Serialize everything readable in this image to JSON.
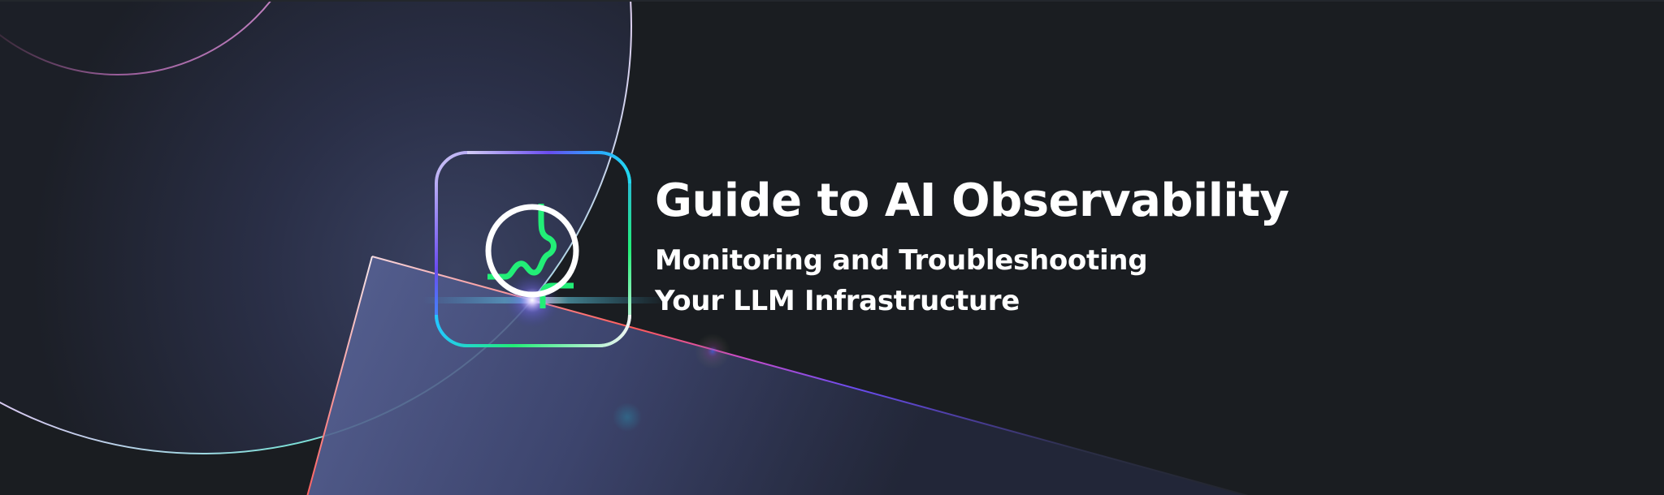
{
  "banner": {
    "title": "Guide to AI Observability",
    "subtitle_lines": [
      "Monitoring and Troubleshooting",
      "Your LLM Infrastructure"
    ],
    "icon": "globe-network-icon"
  },
  "colors": {
    "background": "#1a1d21",
    "text": "#ffffff",
    "icon_circle": "#ffffff",
    "icon_line": "#22ee77",
    "tile_gradient": [
      "#c9c3f2",
      "#6a4cf0",
      "#2aa6ff",
      "#22ee77",
      "#e8f2f2"
    ],
    "glass_panel": "#4f5a88",
    "arc_pink": "#b070b0",
    "arc_teal": "#7de0d8",
    "edge_red": "#ff5a5a",
    "edge_violet": "#6a4cf0"
  }
}
